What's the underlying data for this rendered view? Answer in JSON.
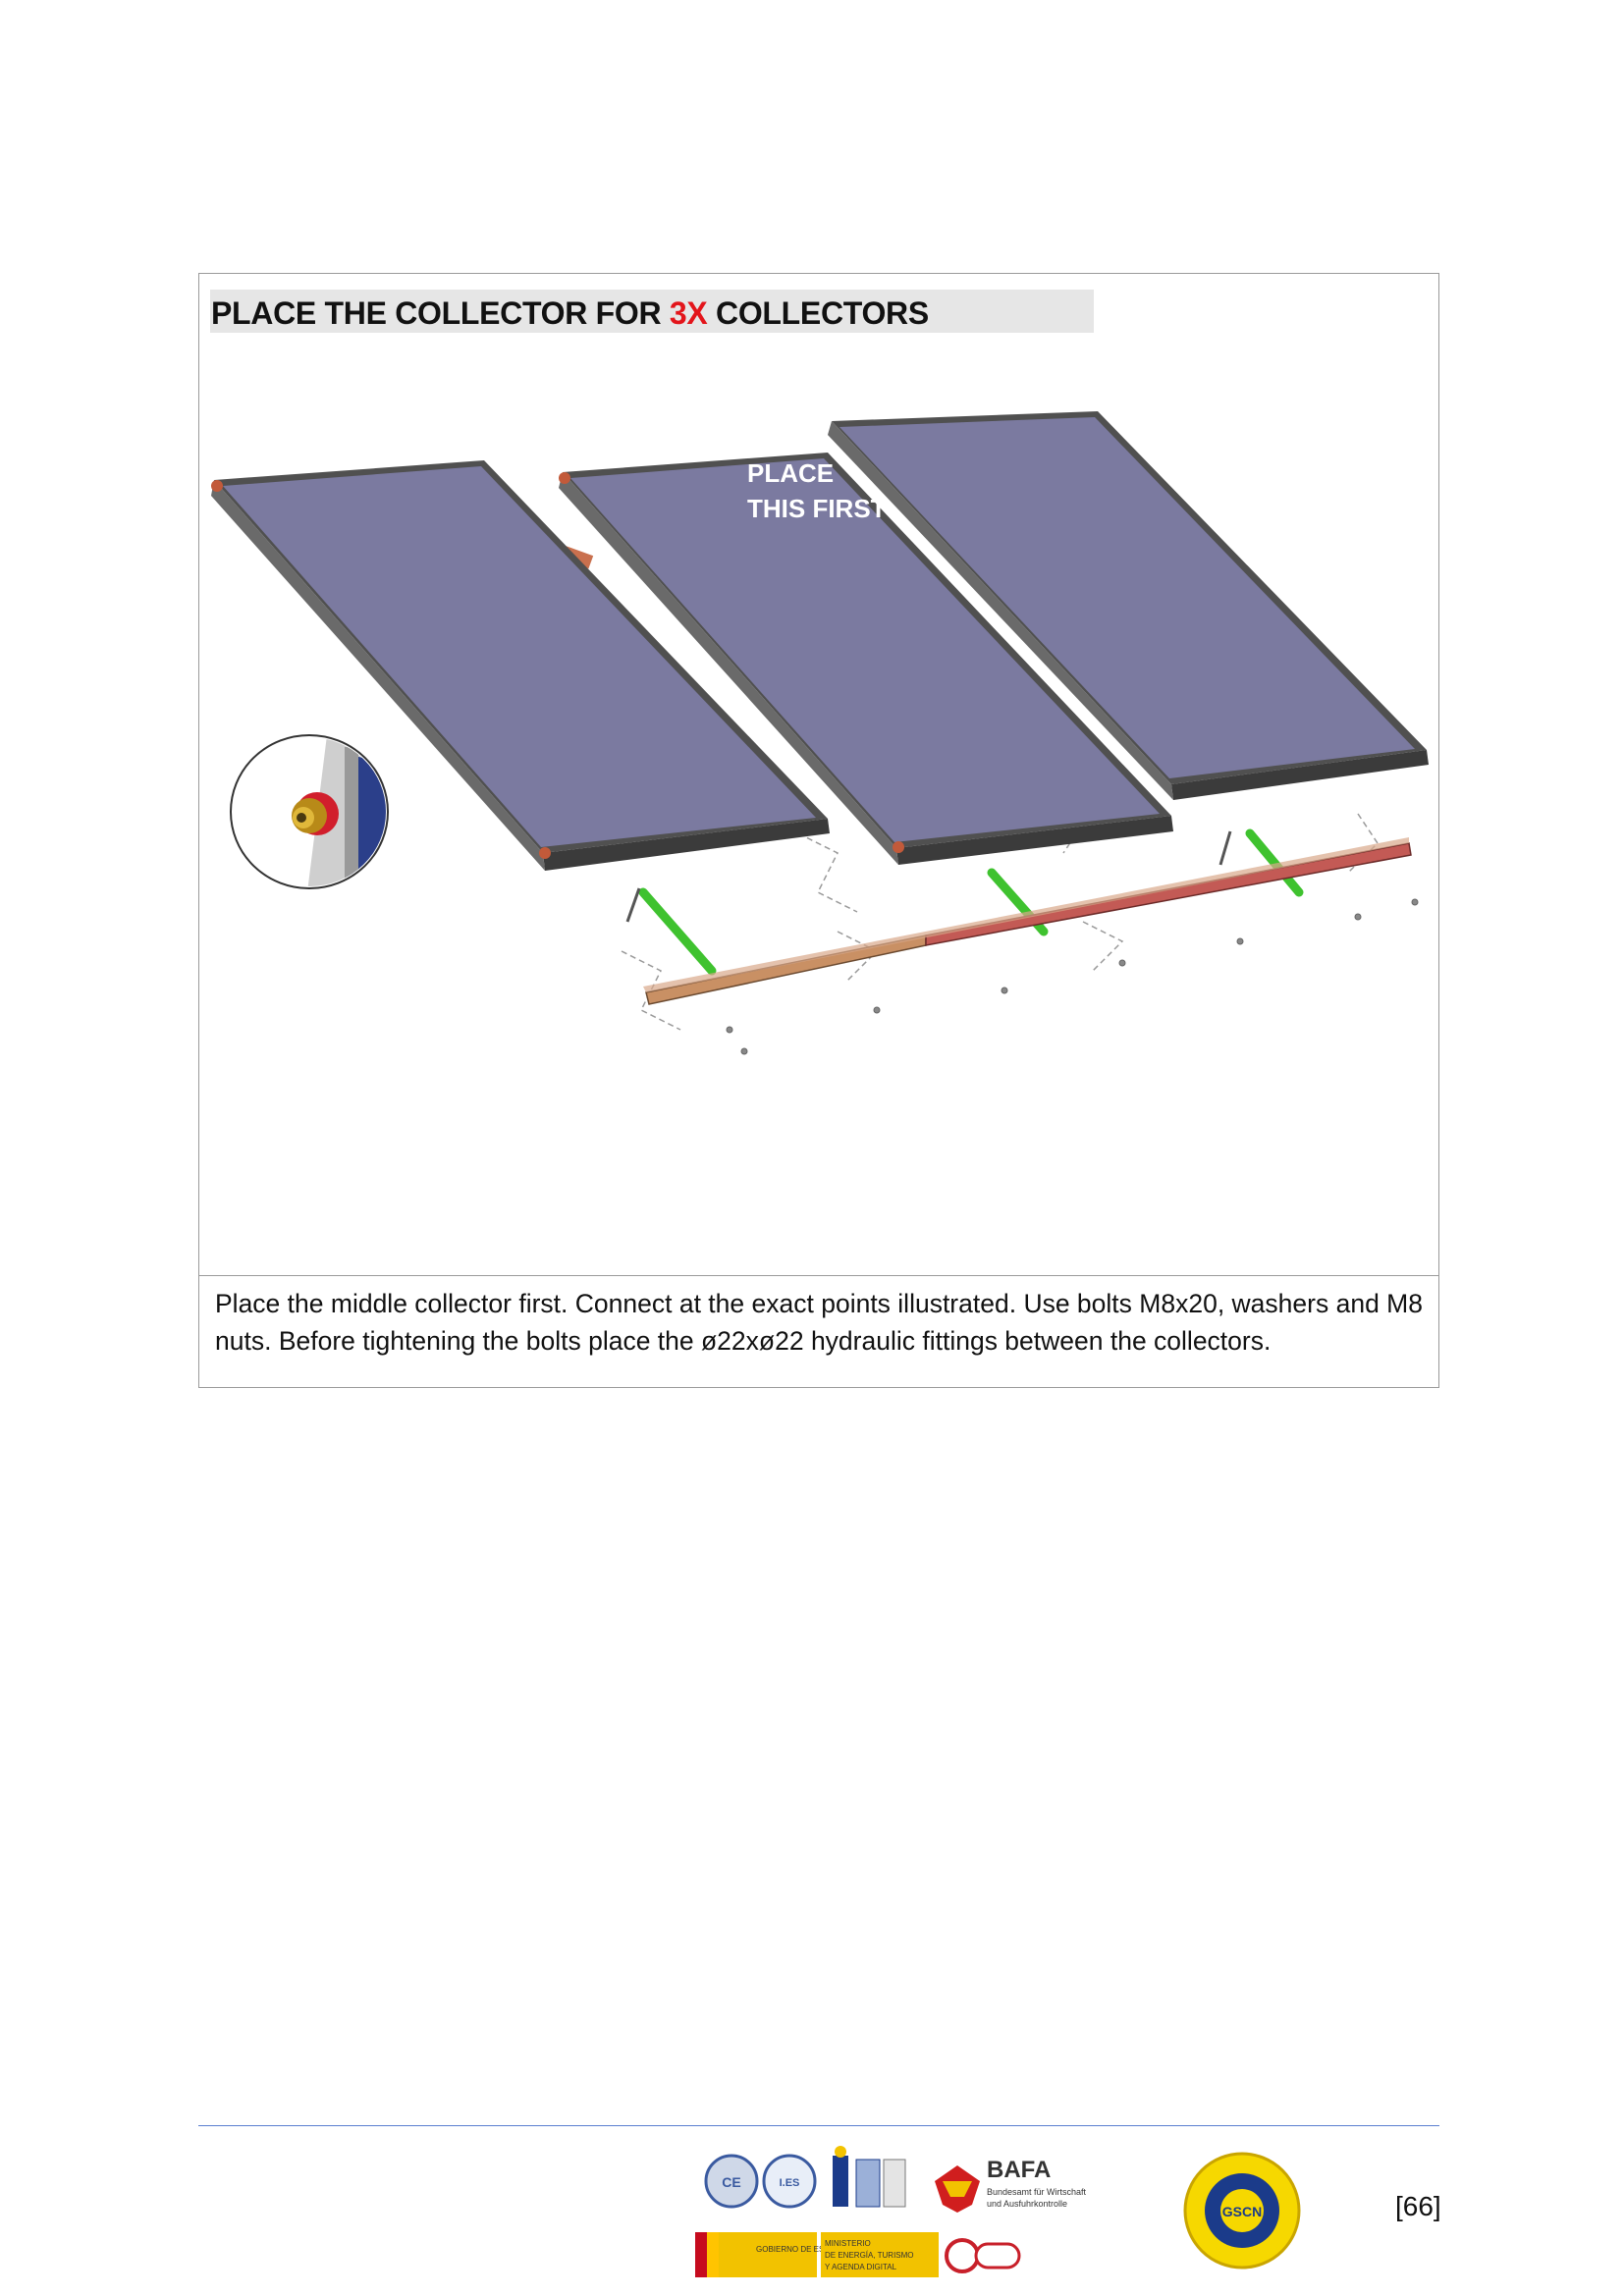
{
  "section": {
    "title_prefix": "PLACE THE COLLECTOR FOR ",
    "title_accent": "3X",
    "title_suffix": " COLLECTORS",
    "accent_color": "#e3151b"
  },
  "figure": {
    "label_line1": "PLACE",
    "label_line2": "THIS FIRST",
    "panel_color": "#7b7aa0",
    "frame_color": "#4a4a4a",
    "support_color": "#3fc22f",
    "rail_left_color": "#c99064",
    "rail_right_color": "#c35a55"
  },
  "caption": "Place the middle collector first. Connect at the exact points illustrated. Use bolts M8x20, washers and M8 nuts. Before tightening the bolts place the ø22xø22 hydraulic fittings between the collectors.",
  "footer": {
    "page_number": "[66]",
    "logos": {
      "bafa_title": "BAFA",
      "bafa_sub1": "Bundesamt für Wirtschaft",
      "bafa_sub2": "und Ausfuhrkontrolle",
      "gobierno": "GOBIERNO DE ESPAÑA",
      "ministerio_line1": "MINISTERIO",
      "ministerio_line2": "DE ENERGÍA, TURISMO",
      "ministerio_line3": "Y AGENDA DIGITAL",
      "gscn": "GSCN"
    }
  }
}
